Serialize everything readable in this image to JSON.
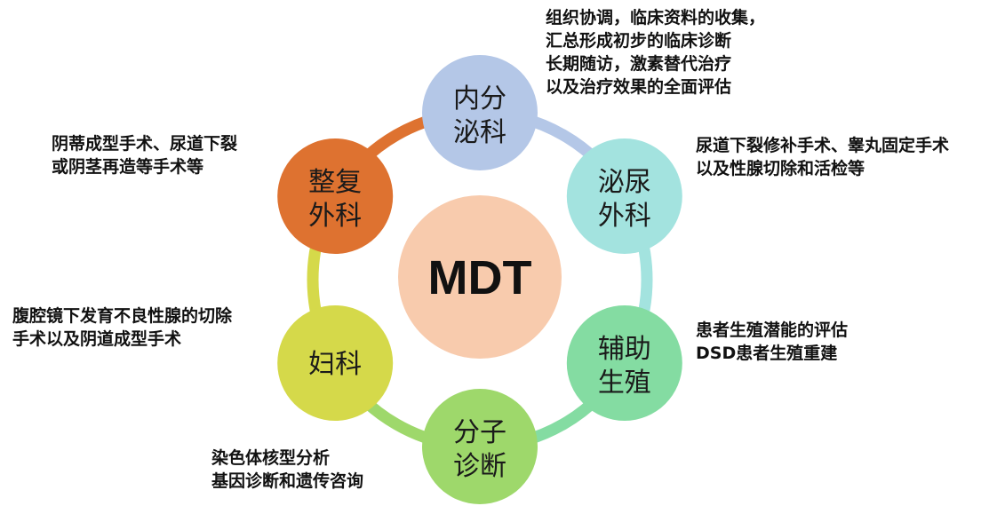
{
  "center": {
    "label": "MDT",
    "color": "#F8CBAD"
  },
  "nodes": [
    {
      "id": "endocrinology",
      "line1": "内分",
      "line2": "泌科",
      "color": "#B4C7E7",
      "desc": [
        "组织协调，临床资料的收集，",
        "汇总形成初步的临床诊断",
        "长期随访，激素替代治疗",
        "以及治疗效果的全面评估"
      ]
    },
    {
      "id": "urology",
      "line1": "泌尿",
      "line2": "外科",
      "color": "#A3E3DF",
      "desc": [
        "尿道下裂修补手术、睾丸固定手术",
        "以及性腺切除和活检等"
      ]
    },
    {
      "id": "reproduction",
      "line1": "辅助",
      "line2": "生殖",
      "color": "#84DCA2",
      "desc": [
        "患者生殖潜能的评估",
        "DSD患者生殖重建"
      ]
    },
    {
      "id": "molecular-diagnosis",
      "line1": "分子",
      "line2": "诊断",
      "color": "#9ED86B",
      "desc": [
        "染色体核型分析",
        "基因诊断和遗传咨询"
      ]
    },
    {
      "id": "gynecology",
      "line1": "妇科",
      "line2": "",
      "color": "#D5D94A",
      "desc": [
        "腹腔镜下发育不良性腺的切除",
        "手术以及阴道成型手术"
      ]
    },
    {
      "id": "plastic-surgery",
      "line1": "整复",
      "line2": "外科",
      "color": "#DE7230",
      "desc": [
        "阴蒂成型手术、尿道下裂",
        "或阴茎再造等手术等"
      ]
    }
  ]
}
